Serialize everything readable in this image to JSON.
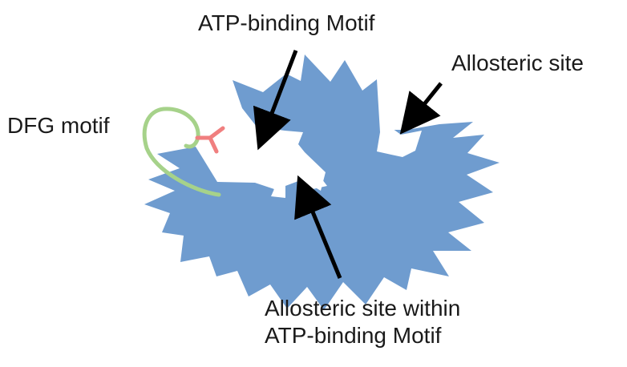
{
  "labels": {
    "atp_binding_motif": "ATP-binding Motif",
    "allosteric_site": "Allosteric site",
    "dfg_motif": "DFG motif",
    "allosteric_within_line1": "Allosteric site within",
    "allosteric_within_line2": "ATP-binding Motif"
  },
  "colors": {
    "protein_fill": "#6f9ccf",
    "dfg_loop": "#a6d28a",
    "dfg_tip": "#f07f7f",
    "arrow": "#000000",
    "text": "#1a1a1a"
  }
}
